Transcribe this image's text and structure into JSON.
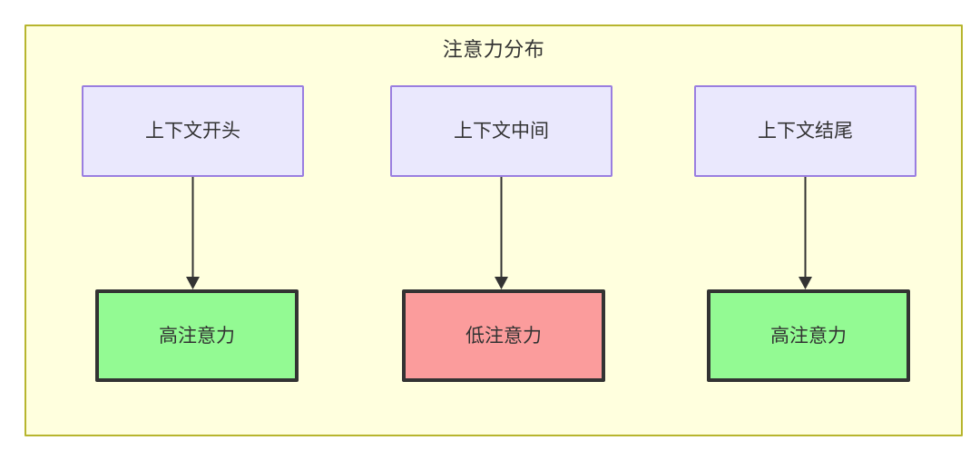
{
  "diagram": {
    "type": "flowchart",
    "title": "注意力分布",
    "container": {
      "label": "注意力分布",
      "fill_color": "#ffffde",
      "border_color": "#b7b52e"
    },
    "nodes": [
      {
        "id": "context-start",
        "label": "上下文开头",
        "row": "top",
        "column": 1,
        "fill_color": "#eae8fd",
        "border_color": "#9a7ee0"
      },
      {
        "id": "context-middle",
        "label": "上下文中间",
        "row": "top",
        "column": 2,
        "fill_color": "#eae8fd",
        "border_color": "#9a7ee0"
      },
      {
        "id": "context-end",
        "label": "上下文结尾",
        "row": "top",
        "column": 3,
        "fill_color": "#eae8fd",
        "border_color": "#9a7ee0"
      },
      {
        "id": "attention-start",
        "label": "高注意力",
        "row": "bottom",
        "column": 1,
        "fill_color": "#93fa93",
        "border_color": "#333333"
      },
      {
        "id": "attention-middle",
        "label": "低注意力",
        "row": "bottom",
        "column": 2,
        "fill_color": "#fb9c9c",
        "border_color": "#333333"
      },
      {
        "id": "attention-end",
        "label": "高注意力",
        "row": "bottom",
        "column": 3,
        "fill_color": "#93fa93",
        "border_color": "#333333"
      }
    ],
    "edges": [
      {
        "id": "edge-1",
        "from": "context-start",
        "to": "attention-start",
        "style": "solid-arrow"
      },
      {
        "id": "edge-2",
        "from": "context-middle",
        "to": "attention-middle",
        "style": "solid-arrow"
      },
      {
        "id": "edge-3",
        "from": "context-end",
        "to": "attention-end",
        "style": "solid-arrow"
      }
    ],
    "colors": {
      "edge": "#333333",
      "text": "#333333",
      "page_background": "#ffffff"
    }
  }
}
